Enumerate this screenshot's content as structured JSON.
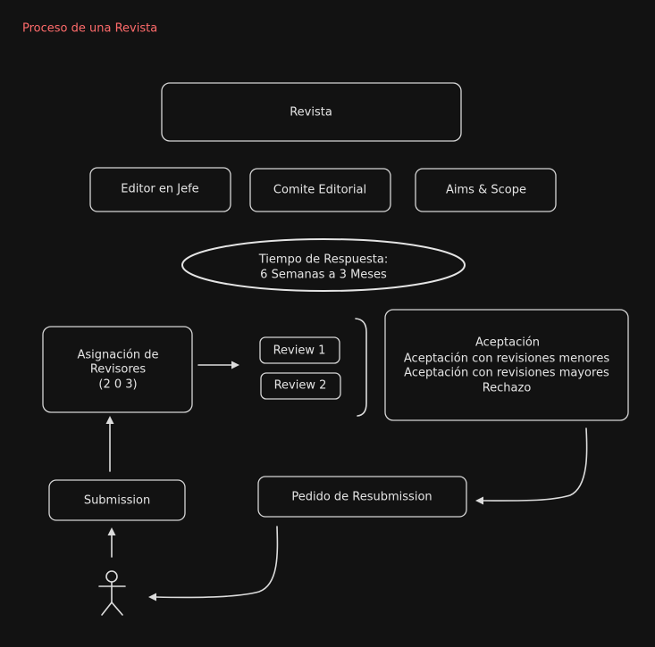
{
  "title": "Proceso de una Revista",
  "nodes": {
    "revista": "Revista",
    "editor": "Editor en Jefe",
    "comite": "Comite Editorial",
    "aims": "Aims & Scope",
    "tiempo": [
      "Tiempo de Respuesta:",
      "6 Semanas a 3 Meses"
    ],
    "asignacion": [
      "Asignación de",
      "Revisores",
      "(2 0 3)"
    ],
    "review1": "Review 1",
    "review2": "Review 2",
    "decision": [
      "Aceptación",
      "Aceptación con revisiones menores",
      "Aceptación con revisiones mayores",
      "Rechazo"
    ],
    "submission": "Submission",
    "resubmission": "Pedido de Resubmission"
  },
  "colors": {
    "background": "#121212",
    "stroke": "#d6d6d6",
    "title": "#ff6b6b"
  },
  "icons": {
    "author": "person-icon"
  }
}
